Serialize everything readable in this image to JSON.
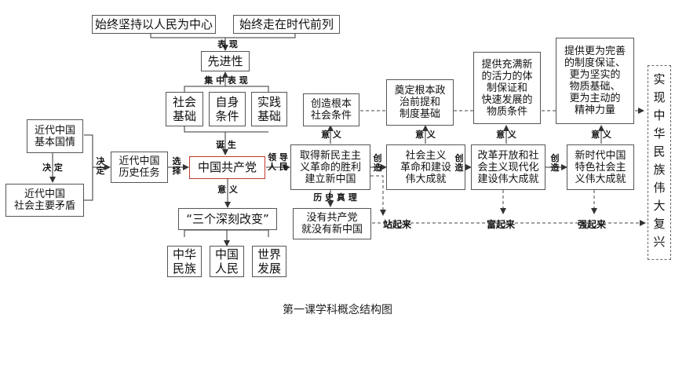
{
  "boxes": {
    "top_left": "始终坚持以人民为中心",
    "top_right": "始终走在时代前列",
    "advanced": "先进性",
    "social_basis": "社会\n基础",
    "self_conditions": "自身\n条件",
    "practice_basis": "实践\n基础",
    "national_conditions": "近代中国\n基本国情",
    "main_contradiction": "近代中国\n社会主要矛盾",
    "historical_task": "近代中国\n历史任务",
    "cpc": "中国共产党",
    "three_changes": "“三个深刻改变”",
    "nation": "中华\n民族",
    "people": "中国\n人民",
    "world": "世界\n发展",
    "new_democratic": "取得新民主主\n义革命的胜利\n建立新中国",
    "no_cpc": "没有共产党\n就没有新中国",
    "fundamental_conditions": "创造根本\n社会条件",
    "socialist": "社会主义\n革命和建设\n伟大成就",
    "political_premise": "奠定根本政\n治前提和\n制度基础",
    "reform": "改革开放和社\n会主义现代化\n建设伟大成就",
    "vitality": "提供充满新\n的活力的体\n制保证和\n快速发展的\n物质条件",
    "new_era": "新时代中国\n特色社会主\n义伟大成就",
    "perfect": "提供更为完善\n的制度保证、\n更为坚实的\n物质基础、\n更为主动的\n精神力量",
    "rejuvenation": "实现中华民族伟大复兴"
  },
  "labels": {
    "manifest": "表 现",
    "concentrate": "集 中 表 现",
    "birth": "诞 生",
    "significance_cpc": "意 义",
    "decide_v": "决\n定",
    "decide_h": "决 定",
    "choose": "选\n择",
    "lead_people": "领 导\n人 民",
    "sig1": "意 义",
    "truth": "历 史 真 理",
    "create1": "创\n造",
    "sig2": "意 义",
    "create2": "创\n造",
    "sig3": "意 义",
    "create3": "创\n造",
    "sig4": "意 义",
    "stand_up": "站起来",
    "rich": "富起来",
    "strong": "强起来"
  },
  "caption": "第一课学科概念结构图"
}
